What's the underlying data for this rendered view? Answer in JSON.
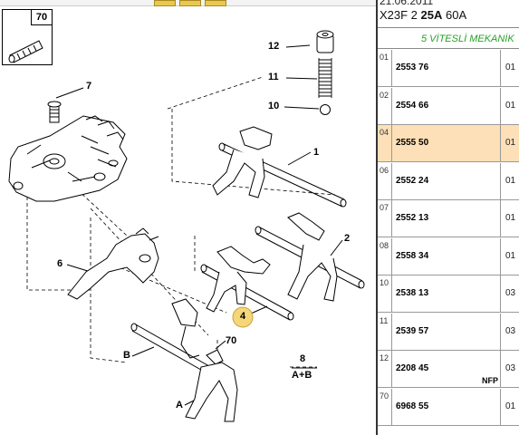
{
  "header": {
    "date": "21.06.2011",
    "model_prefix": "X23F 2",
    "model_bold": "25A",
    "model_suffix": "60A"
  },
  "subheader": "5 VİTESLİ MEKANİK",
  "parts": [
    {
      "idx": "01",
      "ref": "2553 76",
      "qty": "01",
      "nfp": "",
      "selected": false
    },
    {
      "idx": "02",
      "ref": "2554 66",
      "qty": "01",
      "nfp": "",
      "selected": false
    },
    {
      "idx": "04",
      "ref": "2555 50",
      "qty": "01",
      "nfp": "",
      "selected": true
    },
    {
      "idx": "06",
      "ref": "2552 24",
      "qty": "01",
      "nfp": "",
      "selected": false
    },
    {
      "idx": "07",
      "ref": "2552 13",
      "qty": "01",
      "nfp": "",
      "selected": false
    },
    {
      "idx": "08",
      "ref": "2558 34",
      "qty": "01",
      "nfp": "",
      "selected": false
    },
    {
      "idx": "10",
      "ref": "2538 13",
      "qty": "03",
      "nfp": "",
      "selected": false
    },
    {
      "idx": "11",
      "ref": "2539 57",
      "qty": "03",
      "nfp": "",
      "selected": false
    },
    {
      "idx": "12",
      "ref": "2208 45",
      "qty": "03",
      "nfp": "NFP",
      "selected": false
    },
    {
      "idx": "70",
      "ref": "6968 55",
      "qty": "01",
      "nfp": "",
      "selected": false
    }
  ],
  "diagram": {
    "inset_label": "70",
    "callouts": {
      "c12": "12",
      "c11": "11",
      "c10": "10",
      "c7": "7",
      "c1": "1",
      "c2": "2",
      "c6": "6",
      "c4": "4",
      "c70": "70",
      "cB": "B",
      "c8": "8",
      "cAB": "A+B",
      "cA": "A"
    }
  },
  "colors": {
    "selected_row": "#fde0b8",
    "subheader_text": "#27a027",
    "callout_highlight": "#f5d77a"
  }
}
